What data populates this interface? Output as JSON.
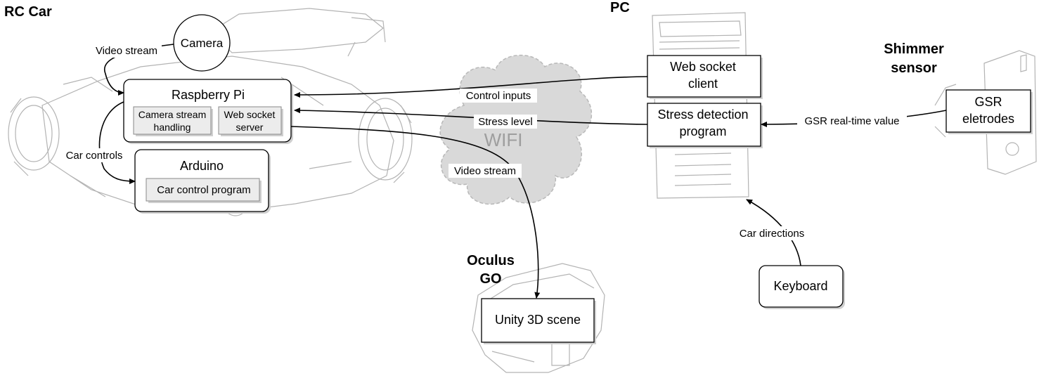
{
  "groups": {
    "rc_car": "RC Car",
    "pc": "PC",
    "shimmer_line1": "Shimmer",
    "shimmer_line2": "sensor",
    "oculus_line1": "Oculus",
    "oculus_line2": "GO"
  },
  "cloud": {
    "label": "WIFI"
  },
  "nodes": {
    "camera": "Camera",
    "raspberry_pi": "Raspberry Pi",
    "camera_stream_l1": "Camera stream",
    "camera_stream_l2": "handling",
    "ws_server_l1": "Web socket",
    "ws_server_l2": "server",
    "arduino": "Arduino",
    "car_control_program": "Car control program",
    "ws_client_l1": "Web socket",
    "ws_client_l2": "client",
    "stress_l1": "Stress detection",
    "stress_l2": "program",
    "gsr_l1": "GSR",
    "gsr_l2": "eletrodes",
    "keyboard": "Keyboard",
    "unity": "Unity 3D scene"
  },
  "edges": {
    "video_stream_cam": "Video stream",
    "car_controls": "Car controls",
    "control_inputs": "Control inputs",
    "stress_level": "Stress level",
    "video_stream_oculus": "Video stream",
    "gsr_value": "GSR real-time value",
    "car_directions": "Car directions"
  },
  "colors": {
    "line": "#000000",
    "sketch": "#9a9a9a",
    "cloud_fill": "#d9d9d9",
    "cloud_stroke": "#b8b8b8",
    "cloud_text": "#9e9e9e",
    "inner_box_fill": "#ececec",
    "shadow": "#cfcfcf"
  }
}
